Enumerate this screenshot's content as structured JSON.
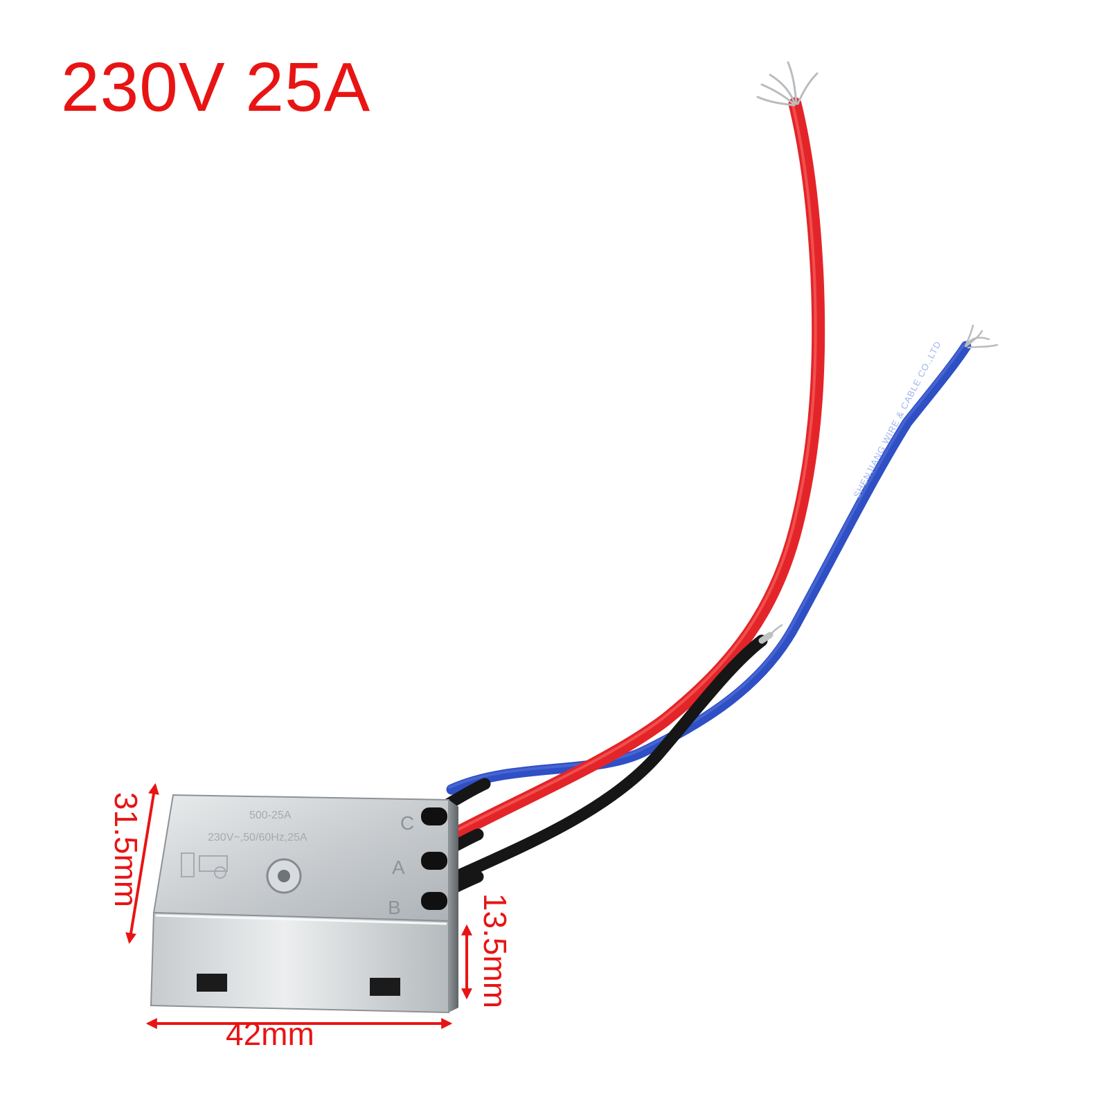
{
  "title": "230V 25A",
  "dimensions": {
    "width": "42mm",
    "height": "31.5mm",
    "depth": "13.5mm"
  },
  "terminals": [
    "C",
    "A",
    "B"
  ],
  "housing_text": {
    "model": "500-25A",
    "rating": "230V~,50/60Hz,25A"
  },
  "cable_print": "SHENJIANG WIRE & CABLE CO.,LTD",
  "colors": {
    "label": "#e81414",
    "wire_red": "#e3252a",
    "wire_blue": "#2f4fc4",
    "wire_black": "#161616",
    "housing": "#cfd2d4"
  }
}
